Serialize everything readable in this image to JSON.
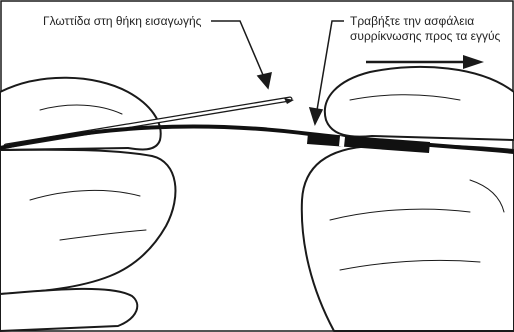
{
  "figure": {
    "callouts": {
      "insertion_sheath_tab": "Γλωττίδα στη θήκη εισαγωγής",
      "pull_shrink_line1": "Τραβήξτε την ασφάλεια",
      "pull_shrink_line2": "συρρίκνωσης προς τα εγγύς"
    },
    "direction_arrow_icon": "arrow-right-icon",
    "colors": {
      "line_art": "#1a1a1a",
      "shrink_band": "#111111",
      "background": "#ffffff"
    }
  }
}
